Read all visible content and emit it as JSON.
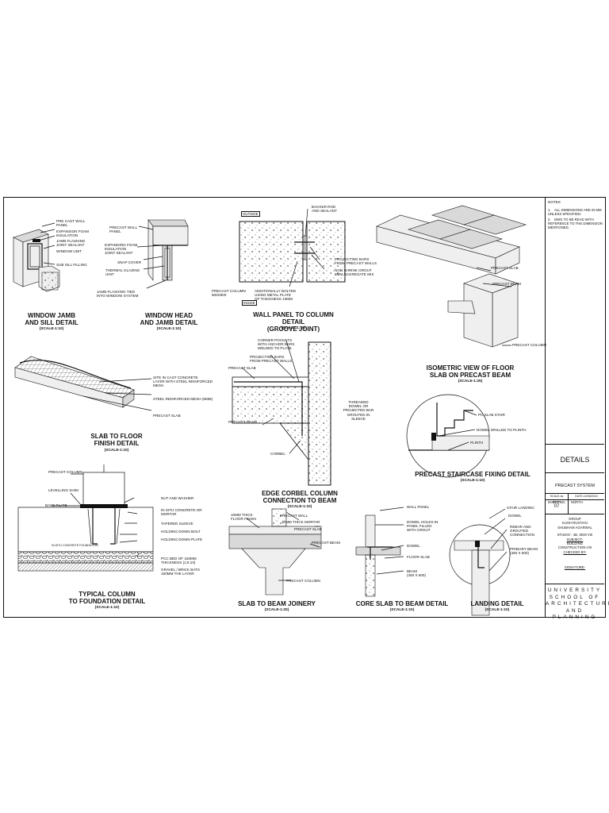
{
  "details": {
    "window_jamb": {
      "title": "WINDOW JAMB\nAND SILL DETAIL",
      "scale": "(SCALE-1:10)",
      "labels": [
        "PRE CAST WALL\nPANEL",
        "EXPANSION FOAM\nINSULATION",
        "JAMB FLASHING\nJOINT SEALANT",
        "WINDOW UNIT",
        "SUB SILL FILLING"
      ]
    },
    "window_head": {
      "title": "WINDOW HEAD\nAND JAMB DETAIL",
      "scale": "(SCALE-1:10)",
      "labels": [
        "PRECAST WALL\nPANEL",
        "EXPANDING FOAM\nINSULATION\nJOINT SEALANT",
        "SNAP COVER",
        "THERMAL GLAZING\nUNIT",
        "JAMB FLASHING TIED\nINTO WINDOW SYSTEM"
      ]
    },
    "wall_panel": {
      "title": "WALL PANEL TO COLUMN DETAIL\n(GROOVE JOINT)",
      "scale": "(SCALE-1:10)",
      "tag_top": "OUTSIDE",
      "tag_bottom": "INSIDE",
      "labels": [
        "BACKER ROD\nAND SEALANT",
        "PROJECTING BARS\nFROM PRECAST WALLS",
        "NON SHRINK GROUT\n6MM AGGREGATE MIX",
        "PRECAST COLUMN\n600X600",
        "ADDITIONALLY BOLTED\nUSING METAL PLATE\nOF THICKNESS 10MM"
      ]
    },
    "isometric": {
      "title": "ISOMETRIC VIEW OF FLOOR\nSLAB ON PRECAST BEAM",
      "scale": "(SCALE-1:25)",
      "labels": [
        "PRECAST SLAB",
        "PRECAST BEAM",
        "PRECAST COLUMN"
      ]
    },
    "slab_floor": {
      "title": "SLAB TO FLOOR\nFINISH DETAIL",
      "scale": "(SCALE-1:10)",
      "labels": [
        "SITE IN CAST CONCRETE\nLAYER WITH STEEL REINFORCED\nMESH",
        "STEEL REINFORCED MESH (8MM)",
        "PRECAST SLAB"
      ]
    },
    "edge_corbel": {
      "title": "EDGE CORBEL COLUMN\nCONNECTION TO BEAM",
      "scale": "(SCALE-1:10)",
      "labels": [
        "CORNER POCKETS\nWITH ANCHOR BARS\nWELDED TO PLATE",
        "PROJECTING BARS\nFROM PRECAST WALLS",
        "PRECAST SLAB",
        "PRECAST BEAM",
        "THREADED\nDOWEL OR\nPROJECTED BAR\nGROUTED IN\nSLEEVE",
        "CORBEL"
      ]
    },
    "staircase": {
      "title": "PRECAST STAIRCASE FIXING DETAIL",
      "scale": "(SCALE-1:10)",
      "labels": [
        "PC SLAB STAIR",
        "DOWEL DRILLED TO PLINTH",
        "PLINTH"
      ]
    },
    "column_foundation": {
      "title": "TYPICAL COLUMN\nTO FOUNDATION DETAIL",
      "scale": "(SCALE-1:10)",
      "labels": [
        "PRECAST COLUMN",
        "LEVELLING SHIM",
        "BASE PLATE",
        "NUT AND WASHER",
        "IN SITU CONCRETE OR\nMORTAR",
        "TAPERED SLEEVE",
        "HOLDING DOWN BOLT",
        "HOLDING DOWN PLATE",
        "PCC BED OF 150MM\nTHICKNESS (1:5:10)",
        "GRAVEL / BRICK BATS\n150MM THK LAYER",
        "IN-SITU CONCRETE FOUNDATION"
      ]
    },
    "slab_beam": {
      "title": "SLAB TO BEAM JOINERY",
      "scale": "(SCALE-1:20)",
      "labels": [
        "10MM THICK\nFLOOR FINISH",
        "PRECAST WALL",
        "10MM THICK MORTAR",
        "PRECAST SLAB",
        "PRECAST BEAM",
        "PRECAST COLUMN"
      ]
    },
    "core_slab": {
      "title": "CORE SLAB TO BEAM DETAIL",
      "scale": "(SCALE-1:10)",
      "labels": [
        "WALL PANEL",
        "DOWEL HOLES IN\nPANEL FILLED\nWITH GROUT",
        "DOWEL",
        "FLOOR SLAB",
        "BEAM\n(450 X 600)"
      ]
    },
    "landing": {
      "title": "LANDING DETAIL",
      "scale": "(SCALE-1:10)",
      "labels": [
        "STAIR LANDING",
        "DOWEL",
        "REBAR AND\nGROUTED\nCONNECTION",
        "PRIMARY BEAM\n(450 X 600)"
      ]
    }
  },
  "title_block": {
    "notes_heading": "NOTES",
    "notes": [
      {
        "num": "1.",
        "text": "ALL DIMENSIONS ARE IN MM UNLESS SPECIFIED."
      },
      {
        "num": "2.",
        "text": "DWG TO BE READ WITH REFERENCE TO THE DIMENSION MENTIONED."
      }
    ],
    "sheet_title": "DETAILS",
    "subtitle": "PRECAST SYSTEM",
    "scale_label": "SCALE-as shown",
    "date_label": "DATE-10/08/2024",
    "sheet_no_label": "SHEET NO.",
    "sheet_no": "07",
    "north_label": "NORTH",
    "group_label": "GROUP",
    "members": [
      "KUSH RUSTAGI",
      "SHUBHAM AGARWAL"
    ],
    "studio": "STUDIO - 4B, SEM VIII",
    "subject_label": "SUBJECT-",
    "subject": "BUILDING\nCONSTRUCTION-VIII",
    "checked_by": "CHECKED BY-",
    "signature": "SIGNATURE-",
    "school": "UNIVERSITY\nSCHOOL OF\nARCHITECTURE\nAND PLANNING"
  }
}
